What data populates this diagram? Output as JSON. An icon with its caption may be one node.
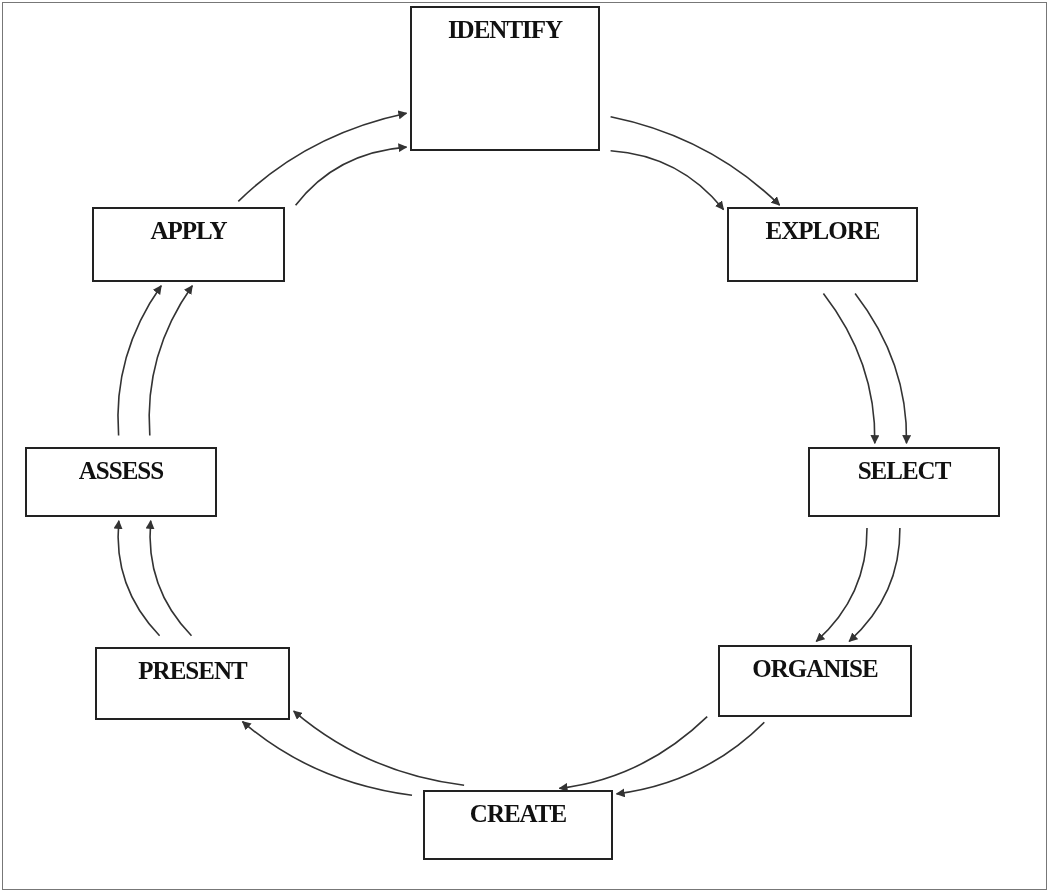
{
  "diagram": {
    "nodes": [
      {
        "text": [
          "IDENTIFY"
        ]
      },
      {
        "text": [
          "EXPLORE"
        ]
      },
      {
        "text": [
          "SELECT"
        ]
      },
      {
        "text": [
          "ORGANISE"
        ]
      },
      {
        "text": [
          "CREATE"
        ]
      },
      {
        "text": [
          "PRESENT"
        ]
      },
      {
        "text": [
          "ASSESS"
        ]
      },
      {
        "text": [
          "APPLY"
        ]
      }
    ],
    "edges": [
      {
        "from": 0,
        "to": 1,
        "arrow": "to"
      },
      {
        "from": 0,
        "to": 1,
        "arrow": "to"
      },
      {
        "from": 1,
        "to": 2,
        "arrow": "to"
      },
      {
        "from": 1,
        "to": 2,
        "arrow": "to"
      },
      {
        "from": 2,
        "to": 3,
        "arrow": "to"
      },
      {
        "from": 2,
        "to": 3,
        "arrow": "to"
      },
      {
        "from": 3,
        "to": 4,
        "arrow": "to"
      },
      {
        "from": 3,
        "to": 4,
        "arrow": "to"
      },
      {
        "from": 4,
        "to": 5,
        "arrow": "to"
      },
      {
        "from": 4,
        "to": 5,
        "arrow": "to"
      },
      {
        "from": 5,
        "to": 6,
        "arrow": "to"
      },
      {
        "from": 5,
        "to": 6,
        "arrow": "to"
      },
      {
        "from": 6,
        "to": 7,
        "arrow": "to"
      },
      {
        "from": 6,
        "to": 7,
        "arrow": "to"
      },
      {
        "from": 7,
        "to": 0,
        "arrow": "to"
      },
      {
        "from": 7,
        "to": 0,
        "arrow": "to"
      }
    ]
  }
}
